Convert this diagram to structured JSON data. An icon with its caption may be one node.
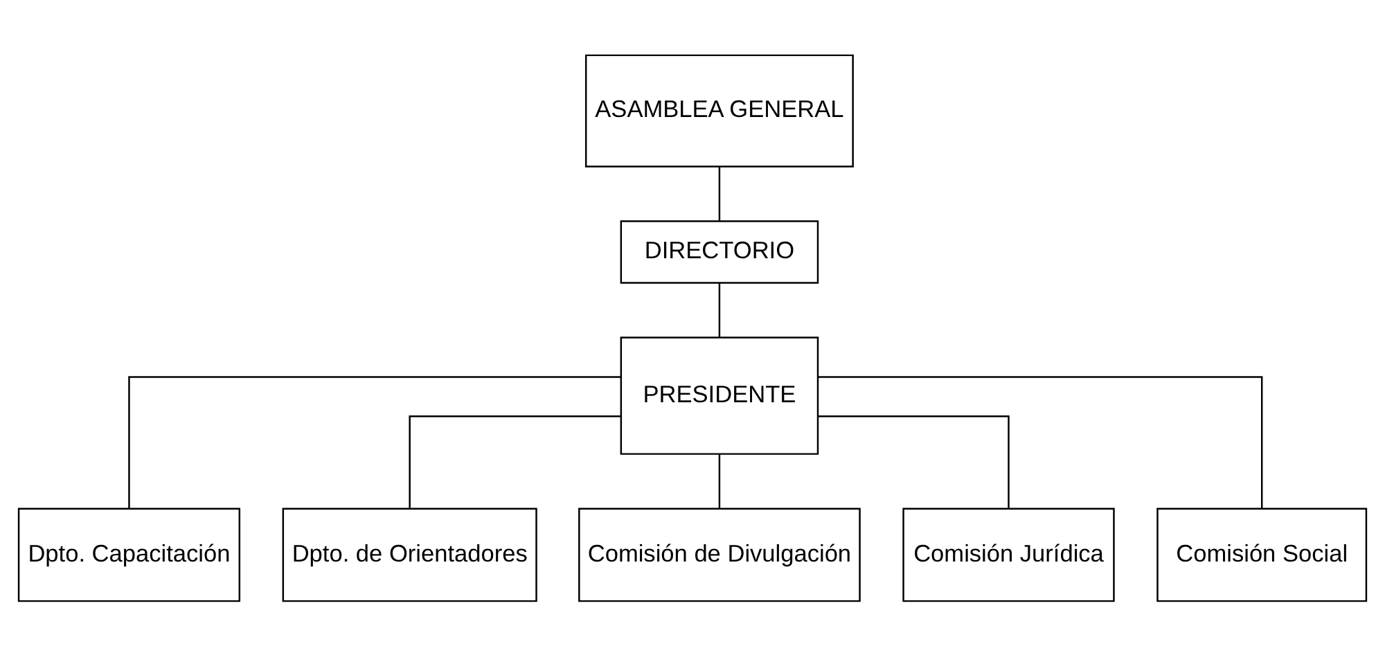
{
  "diagram": {
    "nodes": [
      {
        "text": [
          "ASAMBLEA GENERAL"
        ]
      },
      {
        "text": [
          "DIRECTORIO"
        ]
      },
      {
        "text": [
          "PRESIDENTE"
        ]
      },
      {
        "text": [
          "Dpto. Capacitación"
        ]
      },
      {
        "text": [
          "Dpto. de Orientadores"
        ]
      },
      {
        "text": [
          "Comisión de Divulgación"
        ]
      },
      {
        "text": [
          "Comisión Jurídica"
        ]
      },
      {
        "text": [
          "Comisión Social"
        ]
      }
    ],
    "edges": [
      {
        "from": 0,
        "to": 1,
        "arrow": "none"
      },
      {
        "from": 1,
        "to": 2,
        "arrow": "none"
      },
      {
        "from": 2,
        "to": 3,
        "arrow": "none"
      },
      {
        "from": 2,
        "to": 4,
        "arrow": "none"
      },
      {
        "from": 2,
        "to": 5,
        "arrow": "none"
      },
      {
        "from": 2,
        "to": 6,
        "arrow": "none"
      },
      {
        "from": 2,
        "to": 7,
        "arrow": "none"
      }
    ]
  }
}
